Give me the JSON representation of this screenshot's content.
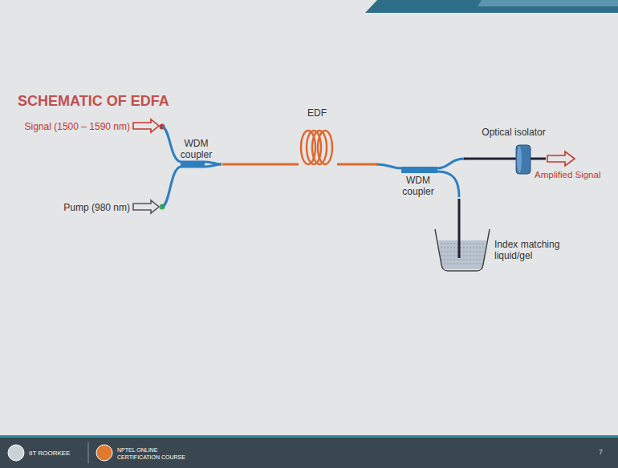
{
  "diagram": {
    "title": "SCHEMATIC OF EDFA",
    "nodes": [
      {
        "text": [
          "WDM coupler"
        ]
      },
      {
        "text": [
          "EDF"
        ]
      },
      {
        "text": [
          "WDM coupler"
        ]
      },
      {
        "text": [
          "Optical isolator"
        ]
      },
      {
        "text": [
          "Index matching liquid/gel"
        ]
      }
    ],
    "edges": [
      {
        "from": 0,
        "to": 1,
        "arrow": "none"
      },
      {
        "from": 1,
        "to": 2,
        "arrow": "none"
      },
      {
        "from": 2,
        "to": 3,
        "arrow": "none"
      },
      {
        "from": 2,
        "to": 4,
        "arrow": "none"
      }
    ],
    "labels": [
      "Signal (1500 – 1590 nm)",
      "Pump (980 nm)",
      "Amplified Signal",
      "IIT ROORKEE",
      "NPTEL ONLINE",
      "CERTIFICATION COURSE",
      "7"
    ]
  }
}
